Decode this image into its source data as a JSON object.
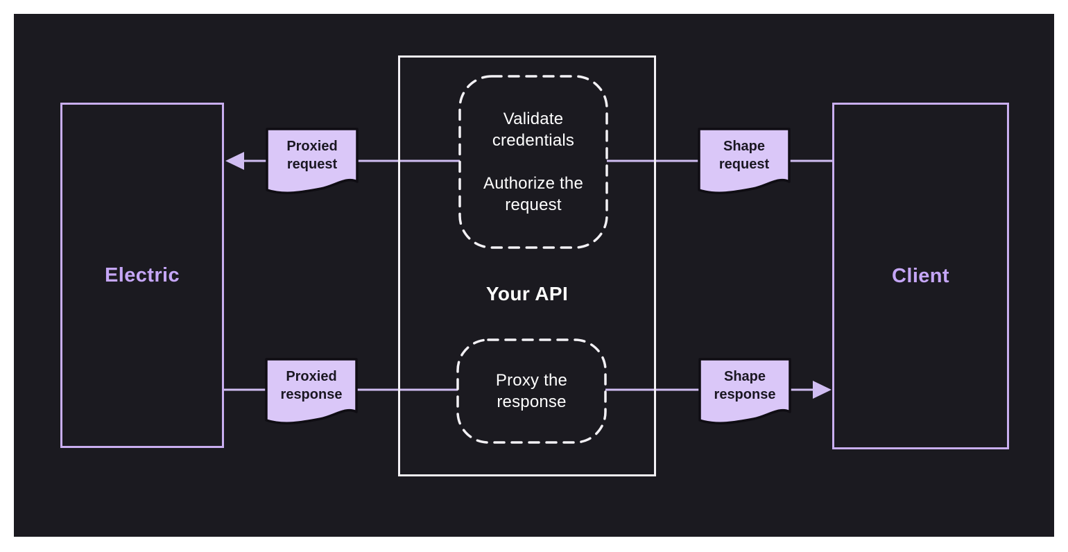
{
  "colors": {
    "page_bg": "#ffffff",
    "canvas_bg": "#1b1a20",
    "purple": "#c9aef0",
    "purple_line": "#d0bdf2",
    "purple_text": "#c5a6f6",
    "tag_fill": "#dac7f8",
    "tag_border": "#0f0d13",
    "tag_text": "#1a1722",
    "api_border": "#f3f1f5",
    "white_text": "#ffffff"
  },
  "nodes": {
    "electric": {
      "label": "Electric"
    },
    "client": {
      "label": "Client"
    },
    "api": {
      "label": "Your API"
    },
    "auth_step": {
      "line1": "Validate credentials",
      "line2": "Authorize the request"
    },
    "proxy_step": {
      "label": "Proxy the response"
    }
  },
  "tags": {
    "proxied_request": {
      "label": "Proxied request"
    },
    "proxied_response": {
      "label": "Proxied response"
    },
    "shape_request": {
      "label": "Shape request"
    },
    "shape_response": {
      "label": "Shape response"
    }
  },
  "edges": [
    {
      "from": "Your API",
      "to": "Electric",
      "via": "Proxied request",
      "arrow": "left"
    },
    {
      "from": "Client",
      "to": "Your API",
      "via": "Shape request",
      "arrow": "none"
    },
    {
      "from": "Electric",
      "to": "Your API",
      "via": "Proxied response",
      "arrow": "none"
    },
    {
      "from": "Your API",
      "to": "Client",
      "via": "Shape response",
      "arrow": "right"
    }
  ]
}
